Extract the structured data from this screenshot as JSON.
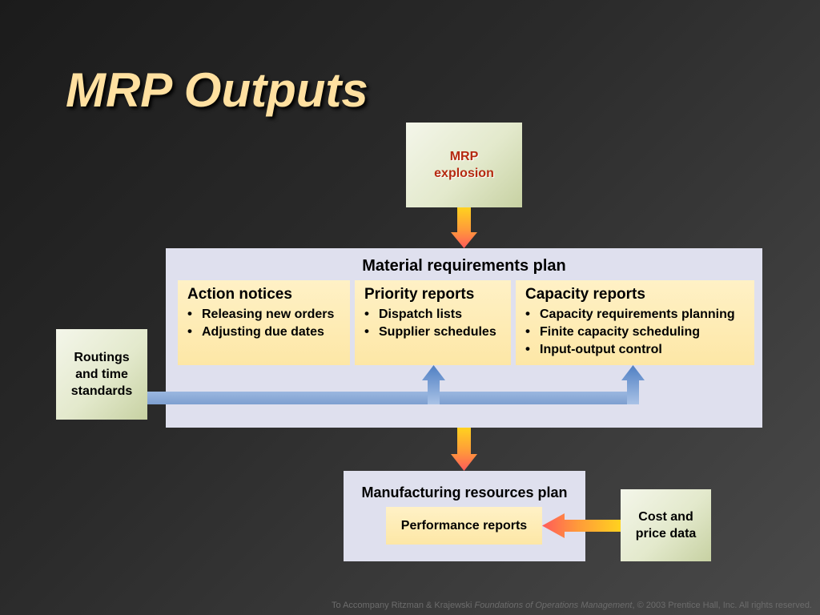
{
  "title": "MRP Outputs",
  "mrp_explosion": "MRP\nexplosion",
  "material_plan": {
    "title": "Material requirements plan",
    "sections": [
      {
        "heading": "Action notices",
        "items": [
          "Releasing new orders",
          "Adjusting due dates"
        ]
      },
      {
        "heading": "Priority reports",
        "items": [
          "Dispatch lists",
          "Supplier schedules"
        ]
      },
      {
        "heading": "Capacity reports",
        "items": [
          "Capacity requirements planning",
          "Finite capacity scheduling",
          "Input-output control"
        ]
      }
    ]
  },
  "routings": "Routings\nand time\nstandards",
  "manufacturing_plan": {
    "title": "Manufacturing resources plan",
    "performance_reports": "Performance reports"
  },
  "cost_price": "Cost and\nprice data",
  "footer": {
    "prefix": "To Accompany Ritzman & Krajewski ",
    "book": "Foundations of Operations Management",
    "suffix": ", © 2003 Prentice Hall, Inc. All rights reserved."
  },
  "colors": {
    "title": "#ffe0a0",
    "mrp_label": "#b52a10",
    "lavender_panel": "#dfe0ee",
    "yellow_panel": "#fde7a6",
    "green_box": "#e3e9cc",
    "blue_connector": "#7d9fd0"
  }
}
